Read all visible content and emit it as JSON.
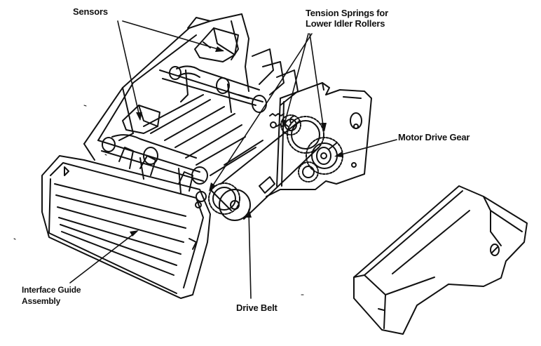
{
  "labels": {
    "sensors": "Sensors",
    "tension_line1": "Tension Springs for",
    "tension_line2": "Lower Idler Rollers",
    "motor_drive_gear": "Motor Drive Gear",
    "interface_line1": "Interface Guide",
    "interface_line2": "Assembly",
    "drive_belt": "Drive Belt"
  },
  "colors": {
    "ink": "#111111",
    "paper": "#ffffff"
  }
}
